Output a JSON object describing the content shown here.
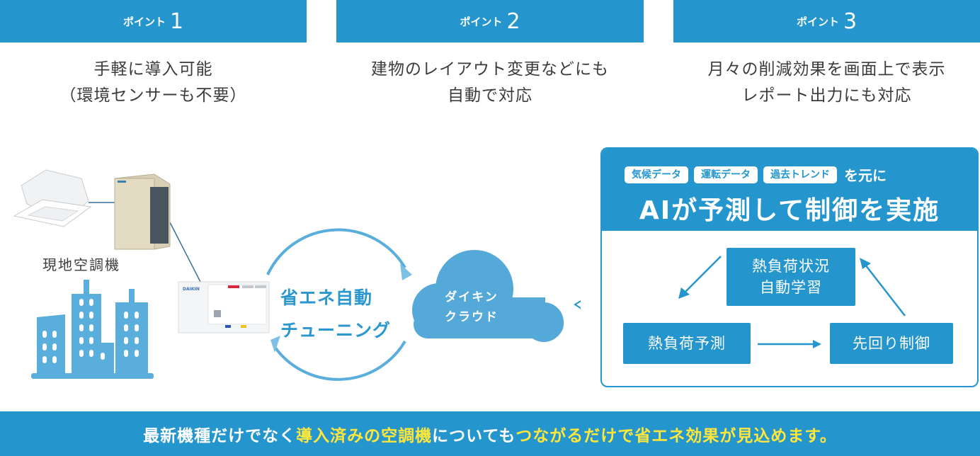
{
  "points": [
    {
      "label": "ポイント",
      "number": "1",
      "desc_line1": "手軽に導入可能",
      "desc_line2": "（環境センサーも不要）"
    },
    {
      "label": "ポイント",
      "number": "2",
      "desc_line1": "建物のレイアウト変更などにも",
      "desc_line2": "自動で対応"
    },
    {
      "label": "ポイント",
      "number": "3",
      "desc_line1": "月々の削減効果を画面上で表示",
      "desc_line2": "レポート出力にも対応"
    }
  ],
  "diagram": {
    "aircon_label": "現地空調機",
    "tuning_line1": "省エネ自動",
    "tuning_line2": "チューニング",
    "cloud_line1": "ダイキン",
    "cloud_line2": "クラウド",
    "device_brand": "DAIKIN"
  },
  "ai_panel": {
    "chips": [
      "気候データ",
      "運転データ",
      "過去トレンド"
    ],
    "chips_suffix": "を元に",
    "title": "AIが予測して制御を実施",
    "cycle": {
      "learn_line1": "熱負荷状況",
      "learn_line2": "自動学習",
      "predict": "熱負荷予測",
      "control": "先回り制御"
    }
  },
  "bottom": {
    "part1": "最新機種だけでなく",
    "part2_highlight": "導入済みの空調機",
    "part3": "についても",
    "part4_highlight": "つながるだけで省エネ効果が見込めます。"
  },
  "colors": {
    "primary": "#2496cd",
    "light_blue": "#5aaedb",
    "highlight_yellow": "#ffe63a",
    "text_dark": "#3c3c3c"
  }
}
